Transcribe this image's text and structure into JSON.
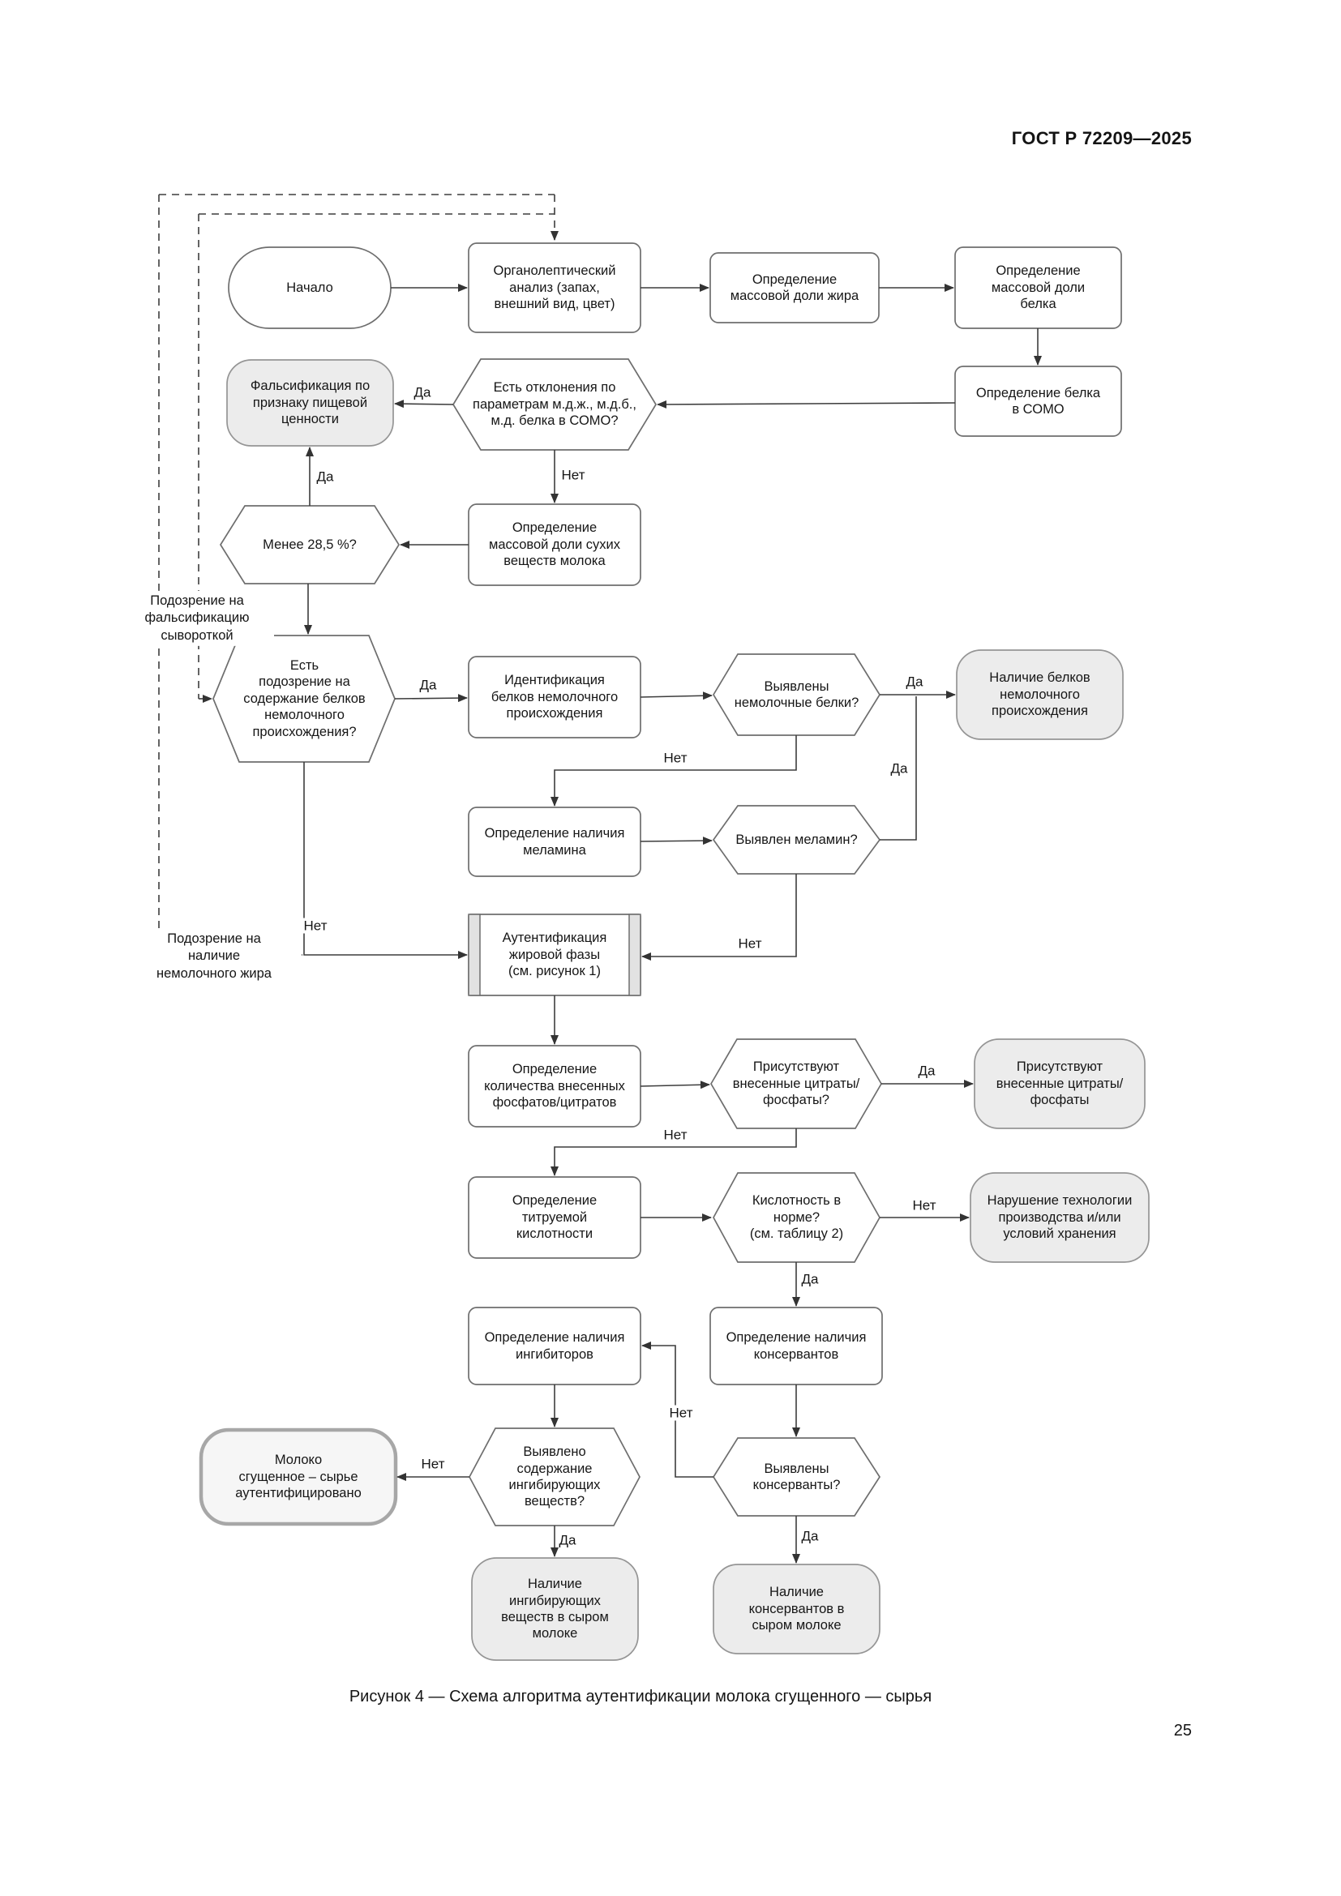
{
  "document": {
    "standard_ref": "ГОСТ Р 72209—2025",
    "figure_caption": "Рисунок 4 — Схема алгоритма аутентификации молока сгущенного — сырья",
    "page_number": "25"
  },
  "flowchart": {
    "edge_labels": {
      "yes": "Да",
      "no": "Нет"
    },
    "annotations": {
      "suspicion_whey": "Подозрение на\nфальсификацию\nсывороткой",
      "suspicion_fat": "Подозрение на\nналичие\nнемолочного жира"
    },
    "nodes": {
      "start": "Начало",
      "organoleptic": "Органолептический\nанализ (запах,\nвнешний вид, цвет)",
      "fat_mass": "Определение\nмассовой доли жира",
      "protein_mass": "Определение\nмассовой доли\nбелка",
      "somo_protein": "Определение белка\nв СОМО",
      "deviations": "Есть отклонения по\nпараметрам м.д.ж., м.д.б.,\nм.д. белка в СОМО?",
      "falsification_value": "Фальсификация по\nпризнаку пищевой\nценности",
      "dry_mass": "Определение\nмассовой доли сухих\nвеществ молока",
      "less_285": "Менее 28,5 %?",
      "suspicion_protein": "Есть\nподозрение на\nсодержание белков\nнемолочного\nпроисхождения?",
      "identification": "Идентификация\nбелков немолочного\nпроисхождения",
      "detected_proteins": "Выявлены\nнемолочные белки?",
      "presence_proteins": "Наличие белков\nнемолочного\nпроисхождения",
      "melamine_det": "Определение наличия\nмеламина",
      "melamine_found": "Выявлен меламин?",
      "fat_auth": "Аутентификация\nжировой фазы\n(см. рисунок 1)",
      "phosphates_det": "Определение\nколичества внесенных\nфосфатов/цитратов",
      "phosphates_found": "Присутствуют\nвнесенные цитраты/\nфосфаты?",
      "phosphates_presence": "Присутствуют\nвнесенные цитраты/\nфосфаты",
      "acidity_det": "Определение\nтитруемой\nкислотности",
      "acidity_norm": "Кислотность в\nнорме?\n(см. таблицу 2)",
      "tech_violation": "Нарушение технологии\nпроизводства и/или\nусловий хранения",
      "inhibitors_det": "Определение наличия\nингибиторов",
      "preservatives_det": "Определение наличия\nконсервантов",
      "inhibitors_found": "Выявлено\nсодержание\nингибирующих\nвеществ?",
      "preservatives_found": "Выявлены\nконсерванты?",
      "authenticated": "Молоко\nсгущенное – сырье\nаутентифицировано",
      "inhibitors_presence": "Наличие\nингибирующих\nвеществ в сыром\nмолоке",
      "preservatives_presence": "Наличие\nконсервантов в\nсыром молоке"
    }
  }
}
